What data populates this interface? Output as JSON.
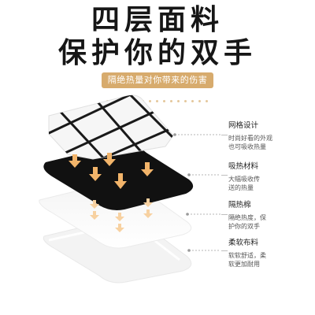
{
  "headline": {
    "line1": "四层面料",
    "line2": "保护你的双手"
  },
  "subtitle": "隔绝热量对你带来的伤害",
  "colors": {
    "accent": "#d7ab6d",
    "black_layer": "#111111",
    "arrow": "#f2b46a"
  },
  "layers": [
    {
      "title": "网格设计",
      "desc": [
        "时尚好看的外观",
        "也可吸收热量"
      ]
    },
    {
      "title": "吸热材料",
      "desc": [
        "大幅吸收传",
        "送的热量"
      ]
    },
    {
      "title": "隔热棉",
      "desc": [
        "隔绝热度，保",
        "护你的双手"
      ]
    },
    {
      "title": "柔软布料",
      "desc": [
        "软软舒适，柔",
        "软更加耐用"
      ]
    }
  ]
}
